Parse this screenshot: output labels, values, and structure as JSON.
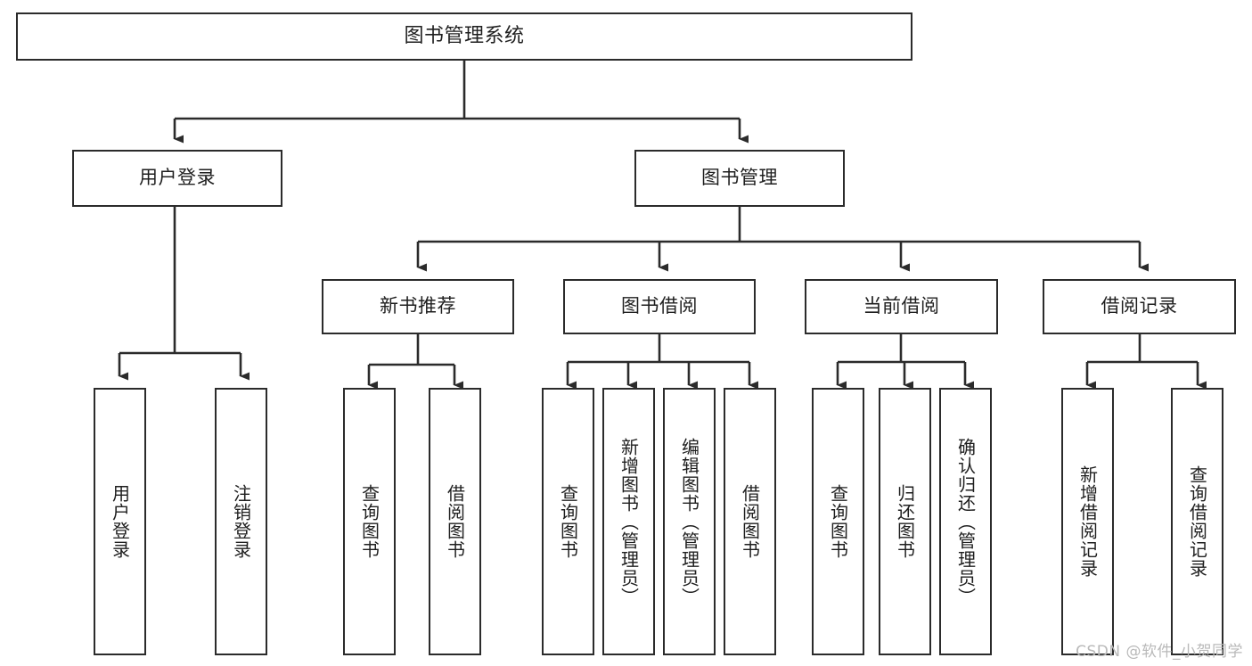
{
  "diagram": {
    "title": "图书管理系统",
    "type": "tree",
    "watermark": "CSDN @软件_小贺同学",
    "colors": {
      "border": "#2b2b2b",
      "background": "#ffffff",
      "text": "#1f1f1f",
      "edge": "#2b2b2b",
      "watermark": "#b9b9b9"
    },
    "root": {
      "label": "图书管理系统"
    },
    "level2": [
      {
        "label": "用户登录"
      },
      {
        "label": "图书管理"
      }
    ],
    "level3": [
      {
        "label": "新书推荐"
      },
      {
        "label": "图书借阅"
      },
      {
        "label": "当前借阅"
      },
      {
        "label": "借阅记录"
      }
    ],
    "leaves": [
      {
        "label": "用户登录",
        "parent": "用户登录"
      },
      {
        "label": "注销登录",
        "parent": "用户登录"
      },
      {
        "label": "查询图书",
        "parent": "新书推荐"
      },
      {
        "label": "借阅图书",
        "parent": "新书推荐"
      },
      {
        "label": "查询图书",
        "parent": "图书借阅"
      },
      {
        "label": "新增图书（管理员）",
        "parent": "图书借阅"
      },
      {
        "label": "编辑图书（管理员）",
        "parent": "图书借阅"
      },
      {
        "label": "借阅图书",
        "parent": "图书借阅"
      },
      {
        "label": "查询图书",
        "parent": "当前借阅"
      },
      {
        "label": "归还图书",
        "parent": "当前借阅"
      },
      {
        "label": "确认归还（管理员）",
        "parent": "当前借阅"
      },
      {
        "label": "新增借阅记录",
        "parent": "借阅记录"
      },
      {
        "label": "查询借阅记录",
        "parent": "借阅记录"
      }
    ]
  }
}
